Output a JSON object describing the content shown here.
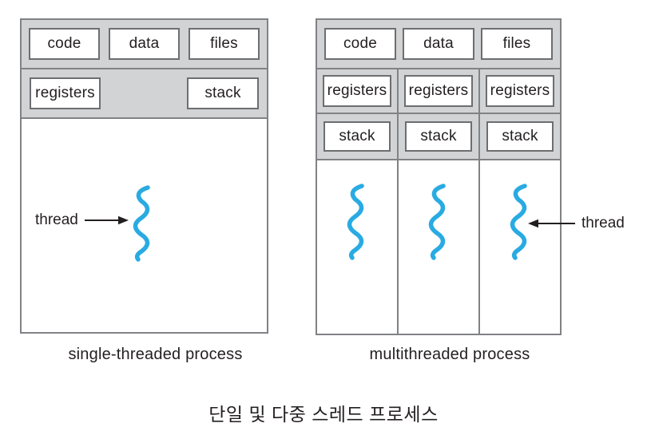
{
  "figure": {
    "caption": "단일 및 다중 스레드 프로세스"
  },
  "left_diagram": {
    "label": "single-threaded process",
    "shared_boxes": [
      "code",
      "data",
      "files"
    ],
    "registers_label": "registers",
    "stack_label": "stack",
    "thread_label": "thread"
  },
  "right_diagram": {
    "label": "multithreaded process",
    "shared_boxes": [
      "code",
      "data",
      "files"
    ],
    "columns": [
      {
        "registers": "registers",
        "stack": "stack"
      },
      {
        "registers": "registers",
        "stack": "stack"
      },
      {
        "registers": "registers",
        "stack": "stack"
      }
    ],
    "thread_label": "thread"
  },
  "colors": {
    "band_gray": "#d1d3d4",
    "outline_gray": "#808285",
    "box_border_gray": "#6d6e71",
    "thread_blue": "#29abe2",
    "text": "#231f20"
  }
}
